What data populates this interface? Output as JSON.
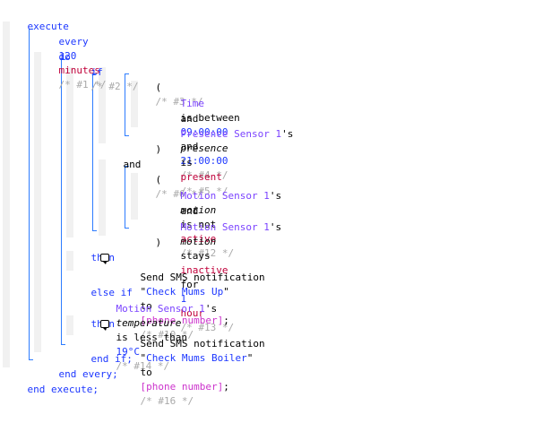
{
  "code": {
    "l01": {
      "kw": "execute"
    },
    "l02": {
      "kw": "every",
      "num": "120",
      "unit": "minutes",
      "cmt": "/* #1 */"
    },
    "l03": {
      "kw": "do"
    },
    "l04": {
      "kw": "if",
      "cmt": "/* #2 */"
    },
    "l05": {
      "paren": "(",
      "cmt": "/* #3 */"
    },
    "l06": {
      "dev": "Time",
      "op": "is between",
      "t1": "09:00:00",
      "and": "and",
      "t2": "21:00:00",
      "cmt": "/* #4 */"
    },
    "l07": {
      "txt": "and"
    },
    "l08": {
      "dev": "Presence Sensor 1",
      "poss": "'s",
      "attr": "presence",
      "op": "is",
      "val": "present",
      "cmt": "/* #5 */"
    },
    "l09": {
      "paren": ")"
    },
    "l10": {
      "txt": "and"
    },
    "l11": {
      "paren": "(",
      "cmt": "/* #6 */"
    },
    "l12": {
      "dev": "Motion Sensor 1",
      "poss": "'s",
      "attr": "motion",
      "op": "is not",
      "val": "active",
      "cmt": "/* #12 */"
    },
    "l13": {
      "txt": "and"
    },
    "l14": {
      "dev": "Motion Sensor 1",
      "poss": "'s",
      "attr": "motion",
      "op": "stays",
      "val": "inactive",
      "for": "for",
      "num": "1",
      "unit": "hour",
      "cmt": "/* #13 */"
    },
    "l15": {
      "paren": ")"
    },
    "l16": {
      "kw": "then"
    },
    "l17": {
      "action": "Send SMS notification",
      "q1": "\"",
      "str": "Check Mums Up",
      "q2": "\"",
      "to": "to",
      "var": "[phone number]",
      "semi": ";",
      "cmt": "/* #10 */"
    },
    "l18": {
      "kw": "else if"
    },
    "l19": {
      "dev": "Motion Sensor 1",
      "poss": "'s",
      "attr": "temperature",
      "op": "is less than",
      "num": "19°C",
      "cmt": "/* #14 */"
    },
    "l20": {
      "kw": "then"
    },
    "l21": {
      "action": "Send SMS notification",
      "q1": "\"",
      "str": "Check Mums Boiler",
      "q2": "\"",
      "to": "to",
      "var": "[phone number]",
      "semi": ";",
      "cmt": "/* #16 */"
    },
    "l22": {
      "kw": "end if;"
    },
    "l23": {
      "kw": "end every;"
    },
    "l24": {
      "kw": "end execute;"
    }
  },
  "colors": {
    "keyword": "#1c37ff",
    "unit": "#c0003a",
    "comment": "#a9a9a9",
    "device": "#7b43ff",
    "variable": "#cc33cc",
    "bracket_line": "#2d7cff",
    "gutter": "#f1f1f1"
  },
  "icons": [
    "comment-bubble-icon"
  ]
}
